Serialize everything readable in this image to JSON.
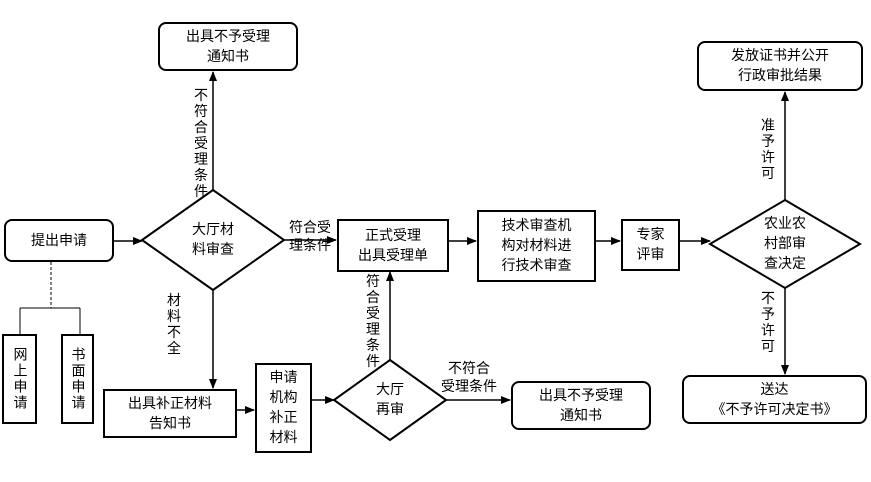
{
  "nodes": {
    "submit": "提出申请",
    "hall_review": "大厅材\n料审查",
    "not_accept_top": "出具不予受理\n通知书",
    "formal_accept": "正式受理\n出具受理单",
    "tech_review": "技术审查机\n构对材料进\n行技术审查",
    "expert": "专家\n评审",
    "ministry": "农业农\n村部审\n查决定",
    "issue_cert": "发放证书并公开\n行政审批结果",
    "deliver_refusal": "送达\n《不予许可决定书》",
    "online_apply": "网上申请",
    "paper_apply": "书面申请",
    "supplement_notice": "出具补正材料\n告知书",
    "applicant_supplement": "申请\n机构\n补正\n材料",
    "hall_recheck": "大厅\n再审",
    "not_accept_bottom": "出具不予受理\n通知书"
  },
  "edge_labels": {
    "not_meet_top": "不符合受理条件",
    "meet": "符合受\n理条件",
    "incomplete": "材料不全",
    "meet_recheck": "符合受理条件",
    "not_meet_recheck": "不符合\n受理条件",
    "approve": "准予许可",
    "deny": "不予许可"
  }
}
